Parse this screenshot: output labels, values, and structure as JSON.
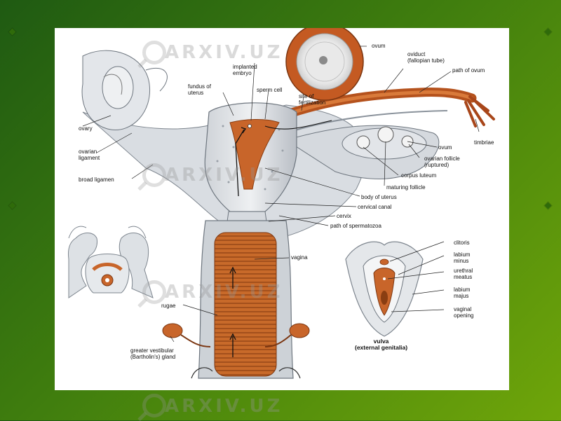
{
  "labels": {
    "ovum_top": "ovum",
    "oviduct": "oviduct\n(fallopian tube)",
    "path_ovum": "path of ovum",
    "implanted": "implanted\nembryo",
    "fundus": "fundus of\nuterus",
    "sperm": "sperm cell",
    "site": "site of\nfertilization",
    "ovary": "ovary",
    "ovarian_ligament": "ovarian\nligament",
    "broad": "broad ligamen",
    "fimbriae": "timbriae",
    "ovum_mid": "ovum",
    "follicle_ruptured": "ovarian follicle\n(ruptured)",
    "corpus": "corpus luteum",
    "maturing": "maturing follicle",
    "body": "body of uterus",
    "canal": "cervical canal",
    "cervix": "cervix",
    "path_sperm": "path of spermatozoa",
    "vagina": "vagina",
    "rugae": "rugae",
    "bartholin": "greater vestibular\n(Bartholin's) gland",
    "clitoris": "clitoris",
    "labium_minus": "labium\nminus",
    "urethral": "urethral\nmeatus",
    "labium_majus": "labium\nmajus",
    "vaginal_opening": "vaginal\nopening",
    "vulva_title": "vulva\n(external genitalia)"
  },
  "watermark": "ARXIV.UZ"
}
